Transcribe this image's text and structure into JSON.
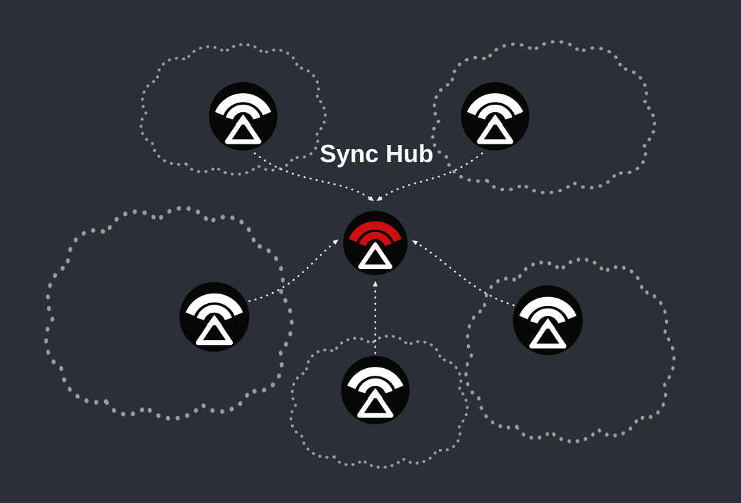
{
  "diagram": {
    "title": "Sync Hub",
    "background_color": "#2b3036",
    "cloud_dot_color": "#9a9a9a",
    "arrow_color": "#eeeeee",
    "node_circle_color": "#070707",
    "hub": {
      "id": "sync-hub",
      "icon": "wifi-triangle-sync-icon",
      "accent_color": "#cc1010",
      "triangle_color": "#ffffff"
    },
    "satellites": [
      {
        "id": "top-left",
        "icon": "wifi-triangle-sync-icon",
        "color": "#ffffff",
        "in_cloud": true
      },
      {
        "id": "top-right",
        "icon": "wifi-triangle-sync-icon",
        "color": "#ffffff",
        "in_cloud": true
      },
      {
        "id": "mid-left",
        "icon": "wifi-triangle-sync-icon",
        "color": "#ffffff",
        "in_cloud": true
      },
      {
        "id": "mid-right",
        "icon": "wifi-triangle-sync-icon",
        "color": "#ffffff",
        "in_cloud": true
      },
      {
        "id": "bottom",
        "icon": "wifi-triangle-sync-icon",
        "color": "#ffffff",
        "in_cloud": true
      }
    ],
    "arrows": [
      {
        "from": "top-left",
        "to": "sync-hub"
      },
      {
        "from": "top-right",
        "to": "sync-hub"
      },
      {
        "from": "mid-left",
        "to": "sync-hub"
      },
      {
        "from": "mid-right",
        "to": "sync-hub"
      },
      {
        "from": "bottom",
        "to": "sync-hub"
      }
    ]
  }
}
